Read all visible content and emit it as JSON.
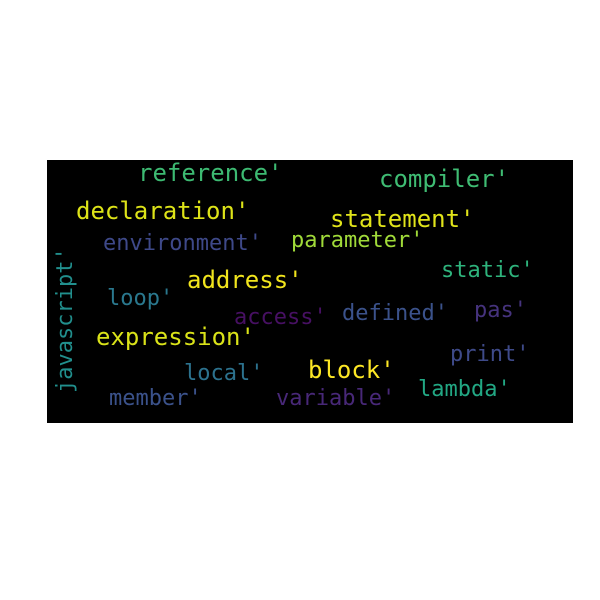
{
  "words": {
    "reference": {
      "text": "reference'",
      "color": "#3dba72"
    },
    "compiler": {
      "text": "compiler'",
      "color": "#3fbc73"
    },
    "declaration": {
      "text": "declaration'",
      "color": "#dde318"
    },
    "statement": {
      "text": "statement'",
      "color": "#e1e41a"
    },
    "javascript": {
      "text": "javascript'",
      "color": "#218f8d"
    },
    "environment": {
      "text": "environment'",
      "color": "#3e4989"
    },
    "parameter": {
      "text": "parameter'",
      "color": "#a0da39"
    },
    "static": {
      "text": "static'",
      "color": "#2eb37c"
    },
    "address": {
      "text": "address'",
      "color": "#f1e51d"
    },
    "loop": {
      "text": "loop'",
      "color": "#2a788e"
    },
    "access": {
      "text": "access'",
      "color": "#471063"
    },
    "defined": {
      "text": "defined'",
      "color": "#3b528b"
    },
    "pas": {
      "text": "pas'",
      "color": "#46337e"
    },
    "expression": {
      "text": "expression'",
      "color": "#dae319"
    },
    "print": {
      "text": "print'",
      "color": "#3e4a89"
    },
    "block": {
      "text": "block'",
      "color": "#fde725"
    },
    "local": {
      "text": "local'",
      "color": "#2c728e"
    },
    "lambda": {
      "text": "lambda'",
      "color": "#22a884"
    },
    "member": {
      "text": "member'",
      "color": "#3b528b"
    },
    "variable": {
      "text": "variable'",
      "color": "#482878"
    }
  }
}
